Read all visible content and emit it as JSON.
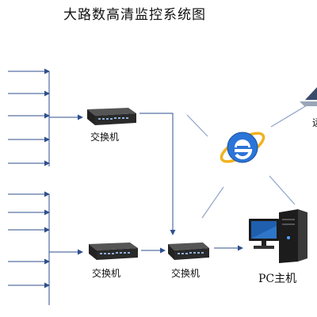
{
  "title": "大路数高清监控系统图",
  "nodes": {
    "switch_top": {
      "label": "交换机",
      "icon": "network-switch-icon"
    },
    "switch_bottom_left": {
      "label": "交换机",
      "icon": "network-switch-icon"
    },
    "switch_bottom_right": {
      "label": "交换机",
      "icon": "network-switch-icon"
    },
    "internet": {
      "icon": "internet-explorer-icon"
    },
    "pc": {
      "label": "PC主机",
      "icon": "desktop-pc-icon"
    },
    "laptop_partial": {
      "label": "远",
      "icon": "laptop-icon"
    }
  },
  "colors": {
    "line": "#2f4f8f",
    "diag": "#8fa4c8",
    "switch_body": "#2a2a2a",
    "ie_blue": "#2b74d8",
    "ie_ring": "#f0b21f"
  }
}
